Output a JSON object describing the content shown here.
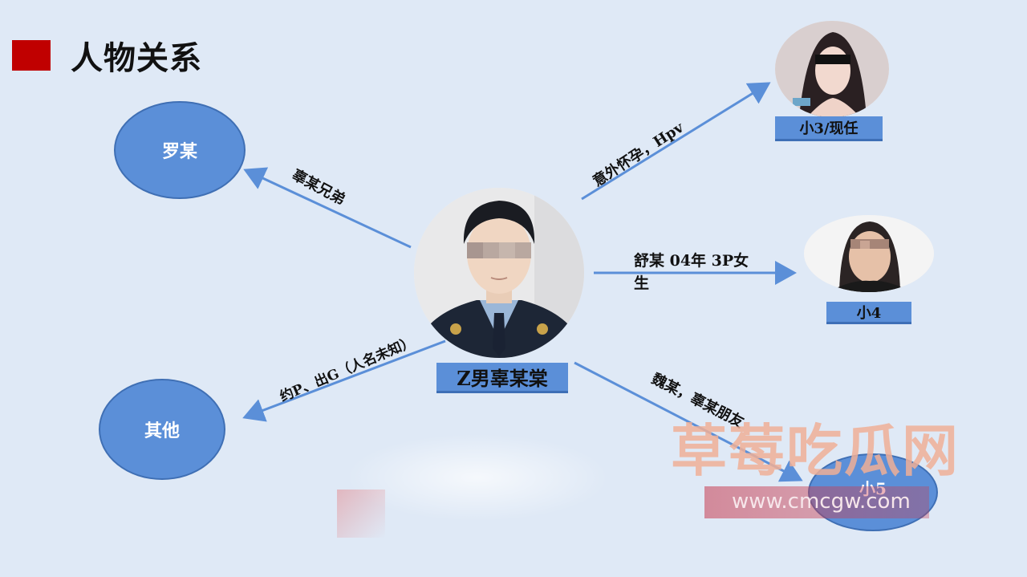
{
  "title": "人物关系",
  "nodes": {
    "center": {
      "label": "Z男辜某棠"
    },
    "luomou": {
      "label": "罗某"
    },
    "qita": {
      "label": "其他"
    },
    "xiao3": {
      "label": "小3/现任"
    },
    "xiao4": {
      "label": "小4"
    },
    "xiao5": {
      "label": "小5"
    }
  },
  "edges": {
    "to_luomou": "辜某兄弟",
    "to_qita": "约P、出G（人名未知）",
    "to_xiao3": "意外怀孕，Hpv",
    "to_xiao4_line1": "舒某  04年 3P女",
    "to_xiao4_line2": "生",
    "to_xiao5": "魏某，辜某朋友"
  },
  "watermark": {
    "text": "草莓吃瓜网",
    "url": "www.cmcgw.com"
  },
  "colors": {
    "background": "#dfe9f6",
    "accent_red": "#c00000",
    "node_blue": "#5b8fd8",
    "arrow_blue": "#5b8fd8"
  }
}
